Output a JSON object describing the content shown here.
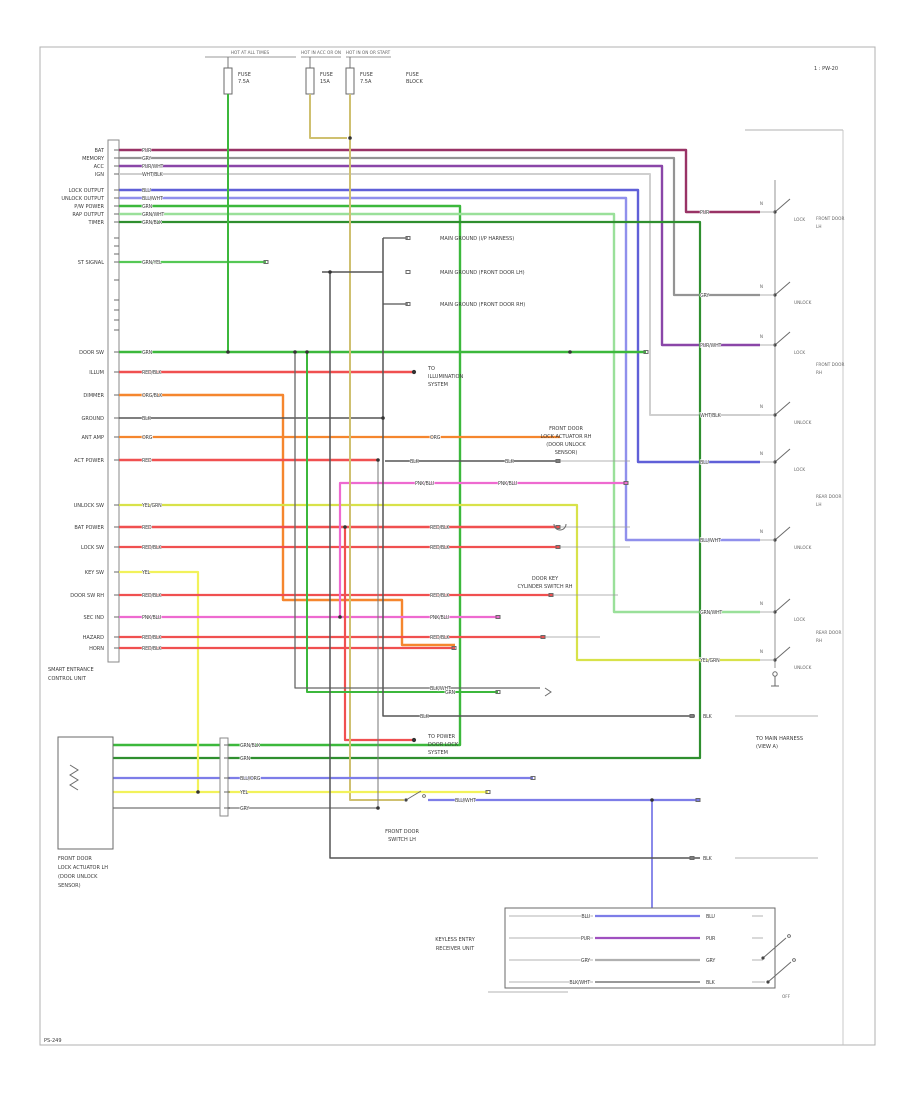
{
  "meta": {
    "page_ref": "1 : PW-20",
    "sheet_id": "PS-249"
  },
  "colors": {
    "green": "#3cb83c",
    "red": "#f05050",
    "orange": "#f5862e",
    "blue": "#6060d8",
    "purple": "#8a46a8",
    "maroon": "#993366",
    "pink": "#ee6ad0",
    "yellow": "#f2f25a",
    "tan": "#cfc070",
    "black": "#555555"
  },
  "top": {
    "banners": [
      "HOT AT ALL TIMES",
      "HOT IN ACC OR ON",
      "HOT IN ON OR START"
    ],
    "fuses": [
      {
        "l1": "FUSE",
        "l2": "7.5A"
      },
      {
        "l1": "FUSE",
        "l2": "15A"
      },
      {
        "l1": "FUSE",
        "l2": "7.5A"
      }
    ],
    "block": {
      "l1": "FUSE",
      "l2": "BLOCK"
    }
  },
  "module": {
    "t1": "SMART ENTRANCE",
    "t2": "CONTROL UNIT",
    "pins": [
      {
        "label": "BAT",
        "wire": "PUR"
      },
      {
        "label": "MEMORY",
        "wire": "GRY"
      },
      {
        "label": "ACC",
        "wire": "PUR/WHT"
      },
      {
        "label": "IGN",
        "wire": "WHT/BLK"
      },
      {
        "label": "LOCK OUTPUT",
        "wire": "BLU"
      },
      {
        "label": "UNLOCK OUTPUT",
        "wire": "BLU/WHT"
      },
      {
        "label": "P/W POWER",
        "wire": "GRN"
      },
      {
        "label": "RAP OUTPUT",
        "wire": "GRN/WHT"
      },
      {
        "label": "TIMER",
        "wire": "GRN/BLK"
      },
      {
        "label": "ST SIGNAL",
        "wire": "GRN/YEL"
      },
      {
        "label": "DOOR SW",
        "wire": "GRN"
      },
      {
        "label": "ILLUM",
        "wire": "RED/BLK"
      },
      {
        "label": "DIMMER",
        "wire": "ORG/BLK"
      },
      {
        "label": "GROUND",
        "wire": "BLK"
      },
      {
        "label": "ANT AMP",
        "wire": "ORG"
      },
      {
        "label": "ACT POWER",
        "wire": "RED"
      },
      {
        "label": "UNLOCK SW",
        "wire": "YEL/GRN"
      },
      {
        "label": "BAT POWER",
        "wire": "RED"
      },
      {
        "label": "LOCK SW",
        "wire": "RED/BLK"
      },
      {
        "label": "KEY SW",
        "wire": "YEL"
      },
      {
        "label": "DOOR SW RH",
        "wire": "RED/BLK"
      },
      {
        "label": "SEC IND",
        "wire": "PNK/BLU"
      },
      {
        "label": "HAZARD",
        "wire": "RED/BLK"
      },
      {
        "label": "HORN",
        "wire": "RED/BLK"
      }
    ]
  },
  "grounds": [
    "MAIN GROUND (I/P HARNESS)",
    "MAIN GROUND (FRONT DOOR LH)",
    "MAIN GROUND (FRONT DOOR RH)"
  ],
  "notes": {
    "illum": [
      "TO",
      "ILLUMINATION",
      "SYSTEM"
    ],
    "plock": [
      "TO POWER",
      "DOOR LOCK",
      "SYSTEM"
    ],
    "actuator_rh": [
      "FRONT DOOR",
      "LOCK ACTUATOR RH",
      "(DOOR UNLOCK",
      "SENSOR)"
    ],
    "keycyl": [
      "DOOR KEY",
      "CYLINDER SWITCH RH"
    ],
    "harness": [
      "TO MAIN HARNESS",
      "(VIEW A)"
    ]
  },
  "tags": {
    "g461a": "BLK",
    "g461b": "BLK",
    "p483a": "PNK/BLU",
    "p483b": "PNK/BLU",
    "o437b": "ORG",
    "r527b": "RED/BLK",
    "r547b": "RED/BLK",
    "r595b": "RED/BLK",
    "r637b": "RED/BLK",
    "p617b": "PNK/BLU",
    "b688": "BLK/WHT",
    "g692": "GRN",
    "b716a": "BLK",
    "b716b": "BLK",
    "b858": "BLK",
    "blu800": "BLU/WHT"
  },
  "right": {
    "switches": [
      {
        "tag": "PUR",
        "pos": "N",
        "alt": "LOCK"
      },
      {
        "tag": "GRY",
        "pos": "N",
        "alt": "UNLOCK"
      },
      {
        "tag": "PUR/WHT",
        "pos": "N",
        "alt": "LOCK"
      },
      {
        "tag": "WHT/BLK",
        "pos": "N",
        "alt": "UNLOCK"
      },
      {
        "tag": "BLU",
        "pos": "N",
        "alt": "LOCK"
      },
      {
        "tag": "BLU/WHT",
        "pos": "N",
        "alt": "UNLOCK"
      },
      {
        "tag": "GRN/WHT",
        "pos": "N",
        "alt": "LOCK"
      },
      {
        "tag": "YEL/GRN",
        "pos": "N",
        "alt": "UNLOCK"
      }
    ],
    "doors": [
      {
        "l1": "FRONT DOOR",
        "l2": "LH"
      },
      {
        "l1": "FRONT DOOR",
        "l2": "RH"
      },
      {
        "l1": "REAR DOOR",
        "l2": "LH"
      },
      {
        "l1": "REAR DOOR",
        "l2": "RH"
      }
    ]
  },
  "door_switch": {
    "l1": "FRONT DOOR",
    "l2": "SWITCH LH"
  },
  "actuator_lh": {
    "title": [
      "FRONT DOOR",
      "LOCK ACTUATOR LH",
      "(DOOR UNLOCK",
      "SENSOR)"
    ],
    "pins": [
      {
        "wire": "GRN/BLK"
      },
      {
        "wire": "GRN"
      },
      {
        "wire": "BLU/ORG"
      },
      {
        "wire": "YEL"
      },
      {
        "wire": "GRY"
      }
    ]
  },
  "receiver": {
    "l1": "KEYLESS ENTRY",
    "l2": "RECEIVER UNIT",
    "off": "OFF",
    "rows": [
      {
        "lt": "BLU",
        "rt": "BLU"
      },
      {
        "lt": "PUR",
        "rt": "PUR"
      },
      {
        "lt": "GRY",
        "rt": "GRY"
      },
      {
        "lt": "BLK/WHT",
        "rt": "BLK"
      }
    ]
  }
}
